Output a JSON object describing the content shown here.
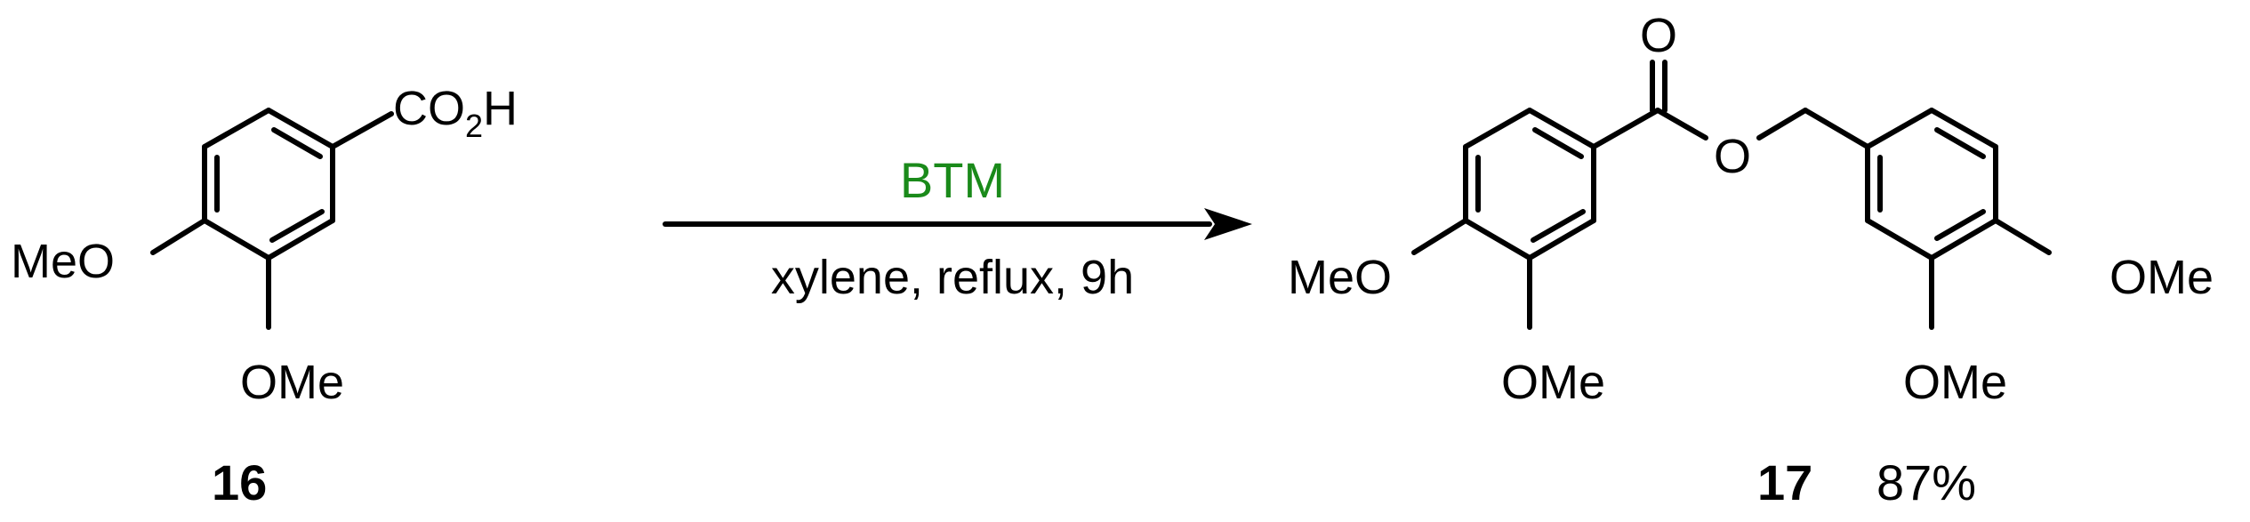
{
  "reactant": {
    "carboxyl_c": "CO",
    "carboxyl_sub": "2",
    "carboxyl_h": "H",
    "meo_left": "MeO",
    "ome_bottom": "OMe",
    "label": "16"
  },
  "reaction": {
    "reagent": "BTM",
    "reagent_color": "#1a8a1a",
    "conditions": "xylene, reflux, 9h"
  },
  "product": {
    "carbonyl_o": "O",
    "ester_o": "O",
    "meo_left": "MeO",
    "ome_bottom_left": "OMe",
    "ome_right": "OMe",
    "ome_bottom_right": "OMe",
    "label": "17",
    "yield": "87%"
  }
}
